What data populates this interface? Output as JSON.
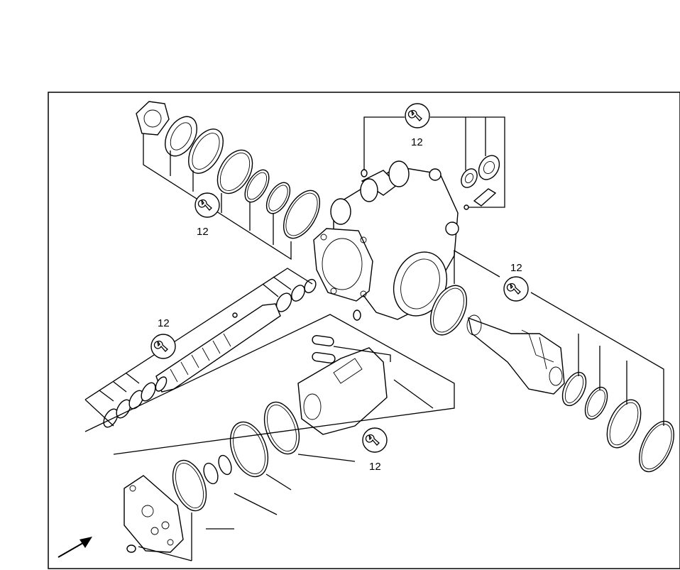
{
  "diagram": {
    "callouts": [
      {
        "id": "upper-left",
        "label": "12",
        "icon": "wrench-icon"
      },
      {
        "id": "top-center",
        "label": "12",
        "icon": "wrench-icon"
      },
      {
        "id": "right",
        "label": "12",
        "icon": "wrench-icon"
      },
      {
        "id": "mid-left",
        "label": "12",
        "icon": "wrench-icon"
      },
      {
        "id": "lower-center",
        "label": "12",
        "icon": "wrench-icon"
      }
    ],
    "direction_marker": "arrow-icon"
  }
}
